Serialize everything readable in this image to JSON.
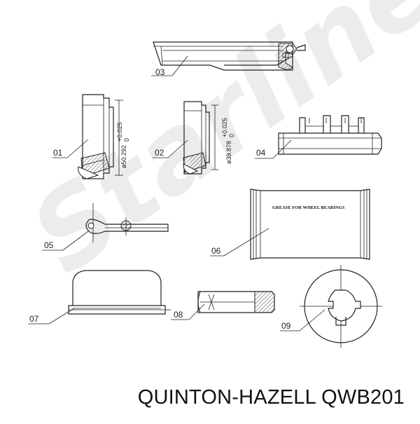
{
  "watermark": "Starline",
  "parts": [
    {
      "number": "01",
      "dimension": "ø50.292+0.025/-0"
    },
    {
      "number": "02",
      "dimension": "ø39.878+0.025/-0"
    },
    {
      "number": "03"
    },
    {
      "number": "04"
    },
    {
      "number": "05"
    },
    {
      "number": "06",
      "package_label": "GREASE FOR WHEEL BEARINGS"
    },
    {
      "number": "07"
    },
    {
      "number": "08"
    },
    {
      "number": "09"
    }
  ],
  "dimensions": {
    "d01": "ø50.292",
    "d01_tol_upper": "+0.025",
    "d01_tol_lower": "0",
    "d02": "ø39.878",
    "d02_tol_upper": "+0.025",
    "d02_tol_lower": "0"
  },
  "labels": {
    "p01": "01",
    "p02": "02",
    "p03": "03",
    "p04": "04",
    "p05": "05",
    "p06": "06",
    "p07": "07",
    "p08": "08",
    "p09": "09"
  },
  "grease_label": "GREASE FOR WHEEL BEARINGS",
  "caption": "QUINTON-HAZELL QWB201"
}
